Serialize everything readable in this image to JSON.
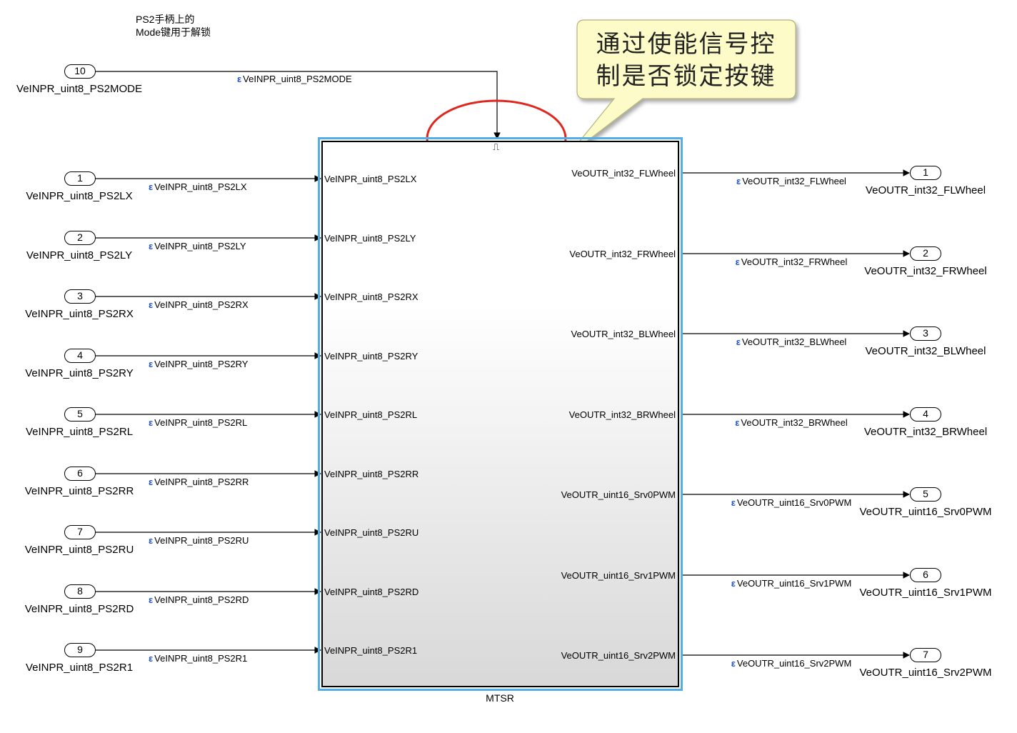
{
  "note": {
    "line1": "PS2手柄上的",
    "line2": "Mode键用于解锁"
  },
  "callout": {
    "text": "通过使能信号控\n制是否锁定按键",
    "color": "#fdfcc8"
  },
  "block": {
    "name": "MTSR",
    "enable_symbol": "⎍",
    "border_color": "#53aee8"
  },
  "signal_marker": "ε",
  "mode_input": {
    "number": "10",
    "name": "VeINPR_uint8_PS2MODE",
    "signal": "VeINPR_uint8_PS2MODE"
  },
  "inputs": [
    {
      "number": "1",
      "name": "VeINPR_uint8_PS2LX",
      "signal": "VeINPR_uint8_PS2LX",
      "port": "VeINPR_uint8_PS2LX"
    },
    {
      "number": "2",
      "name": "VeINPR_uint8_PS2LY",
      "signal": "VeINPR_uint8_PS2LY",
      "port": "VeINPR_uint8_PS2LY"
    },
    {
      "number": "3",
      "name": "VeINPR_uint8_PS2RX",
      "signal": "VeINPR_uint8_PS2RX",
      "port": "VeINPR_uint8_PS2RX"
    },
    {
      "number": "4",
      "name": "VeINPR_uint8_PS2RY",
      "signal": "VeINPR_uint8_PS2RY",
      "port": "VeINPR_uint8_PS2RY"
    },
    {
      "number": "5",
      "name": "VeINPR_uint8_PS2RL",
      "signal": "VeINPR_uint8_PS2RL",
      "port": "VeINPR_uint8_PS2RL"
    },
    {
      "number": "6",
      "name": "VeINPR_uint8_PS2RR",
      "signal": "VeINPR_uint8_PS2RR",
      "port": "VeINPR_uint8_PS2RR"
    },
    {
      "number": "7",
      "name": "VeINPR_uint8_PS2RU",
      "signal": "VeINPR_uint8_PS2RU",
      "port": "VeINPR_uint8_PS2RU"
    },
    {
      "number": "8",
      "name": "VeINPR_uint8_PS2RD",
      "signal": "VeINPR_uint8_PS2RD",
      "port": "VeINPR_uint8_PS2RD"
    },
    {
      "number": "9",
      "name": "VeINPR_uint8_PS2R1",
      "signal": "VeINPR_uint8_PS2R1",
      "port": "VeINPR_uint8_PS2R1"
    }
  ],
  "outputs": [
    {
      "number": "1",
      "name": "VeOUTR_int32_FLWheel",
      "signal": "VeOUTR_int32_FLWheel",
      "port": "VeOUTR_int32_FLWheel"
    },
    {
      "number": "2",
      "name": "VeOUTR_int32_FRWheel",
      "signal": "VeOUTR_int32_FRWheel",
      "port": "VeOUTR_int32_FRWheel"
    },
    {
      "number": "3",
      "name": "VeOUTR_int32_BLWheel",
      "signal": "VeOUTR_int32_BLWheel",
      "port": "VeOUTR_int32_BLWheel"
    },
    {
      "number": "4",
      "name": "VeOUTR_int32_BRWheel",
      "signal": "VeOUTR_int32_BRWheel",
      "port": "VeOUTR_int32_BRWheel"
    },
    {
      "number": "5",
      "name": "VeOUTR_uint16_Srv0PWM",
      "signal": "VeOUTR_uint16_Srv0PWM",
      "port": "VeOUTR_uint16_Srv0PWM"
    },
    {
      "number": "6",
      "name": "VeOUTR_uint16_Srv1PWM",
      "signal": "VeOUTR_uint16_Srv1PWM",
      "port": "VeOUTR_uint16_Srv1PWM"
    },
    {
      "number": "7",
      "name": "VeOUTR_uint16_Srv2PWM",
      "signal": "VeOUTR_uint16_Srv2PWM",
      "port": "VeOUTR_uint16_Srv2PWM"
    }
  ]
}
